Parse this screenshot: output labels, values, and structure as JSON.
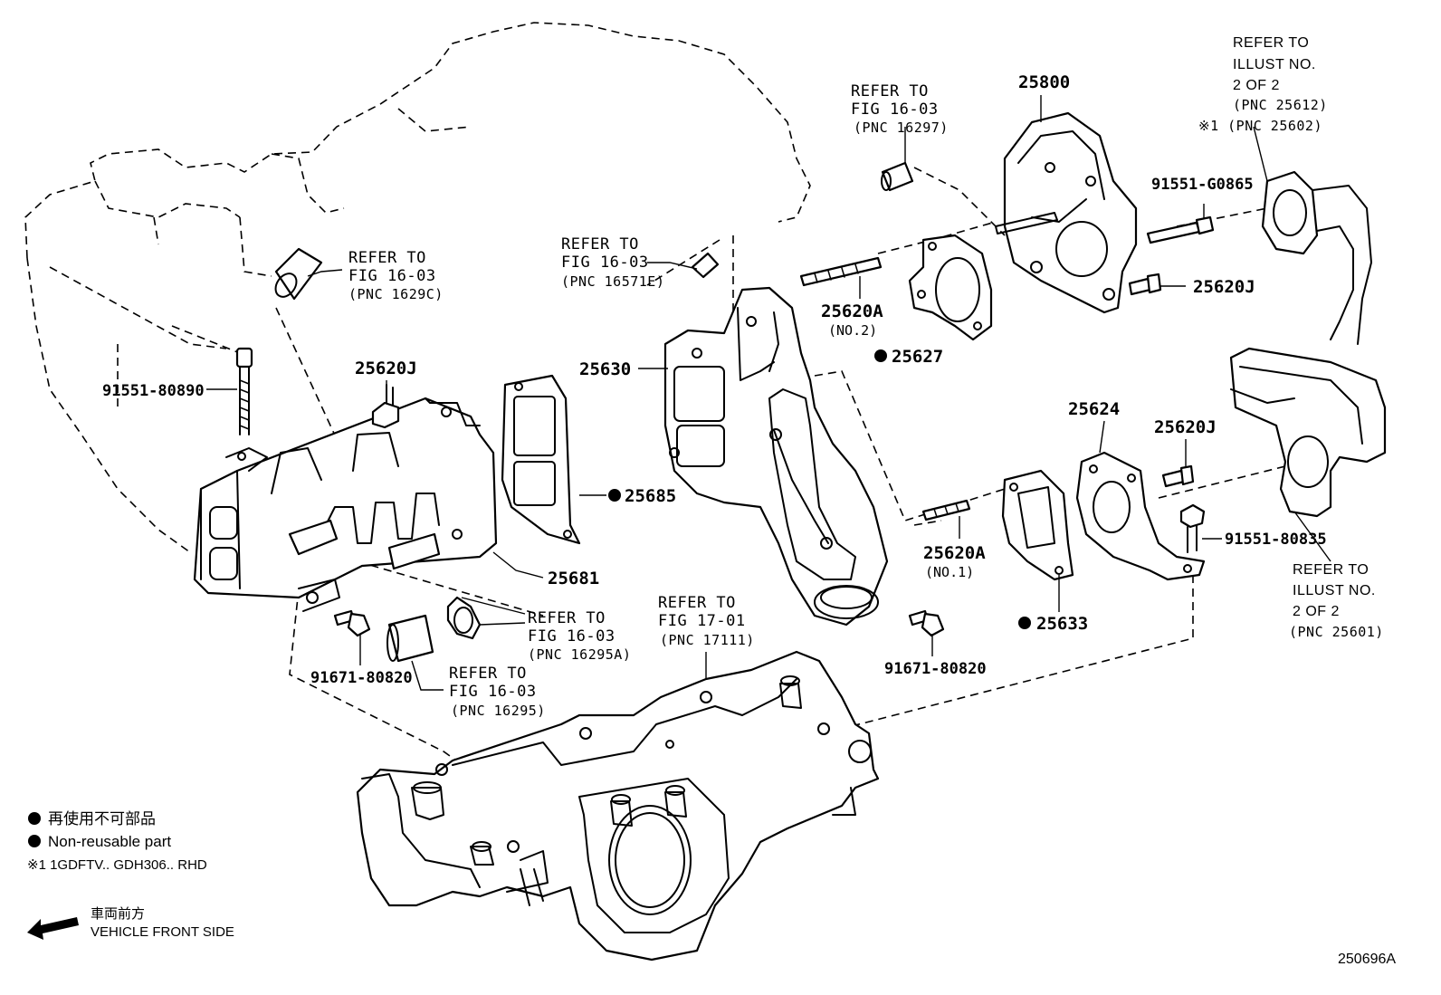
{
  "callouts": {
    "c25800": "25800",
    "c91551_G0865": "91551-G0865",
    "c25620J_top": "25620J",
    "c25620A_no2": "25620A",
    "c25620A_no2_sub": "(NO.2)",
    "c25627": "25627",
    "c25630": "25630",
    "c25620J_mid": "25620J",
    "c91551_80890": "91551-80890",
    "c25685": "25685",
    "c25681": "25681",
    "c25624": "25624",
    "c25620J_right": "25620J",
    "c25620A_no1": "25620A",
    "c25620A_no1_sub": "(NO.1)",
    "c91551_80835": "91551-80835",
    "c25633": "25633",
    "c91671_80820_left": "91671-80820",
    "c91671_80820_right": "91671-80820"
  },
  "references": {
    "r16297": {
      "line1": "REFER TO",
      "line2": "FIG 16-03",
      "line3": "(PNC 16297)"
    },
    "r1629C": {
      "line1": "REFER TO",
      "line2": "FIG 16-03",
      "line3": "(PNC 1629C)"
    },
    "r16571E": {
      "line1": "REFER TO",
      "line2": "FIG 16-03",
      "line3": "(PNC 16571E)"
    },
    "r16295A": {
      "line1": "REFER TO",
      "line2": "FIG 16-03",
      "line3": "(PNC 16295A)"
    },
    "r16295": {
      "line1": "REFER TO",
      "line2": "FIG 16-03",
      "line3": "(PNC 16295)"
    },
    "r17111": {
      "line1": "REFER TO",
      "line2": "FIG 17-01",
      "line3": "(PNC 17111)"
    },
    "r25612": {
      "line1": "REFER TO",
      "line2": "ILLUST NO.",
      "line3": "2 OF 2",
      "line4": "(PNC 25612)",
      "line5": "※1 (PNC 25602)"
    },
    "r25601": {
      "line1": "REFER TO",
      "line2": "ILLUST NO.",
      "line3": "2 OF 2",
      "line4": "(PNC 25601)"
    }
  },
  "legend": {
    "non_reusable_jp": "再使用不可部品",
    "non_reusable_en": "Non-reusable part",
    "note1": "※1  1GDFTV.. GDH306.. RHD",
    "front_jp": "車両前方",
    "front_en": "VEHICLE FRONT SIDE"
  },
  "illustration_code": "250696A",
  "colors": {
    "ink": "#000000",
    "paper": "#ffffff"
  }
}
